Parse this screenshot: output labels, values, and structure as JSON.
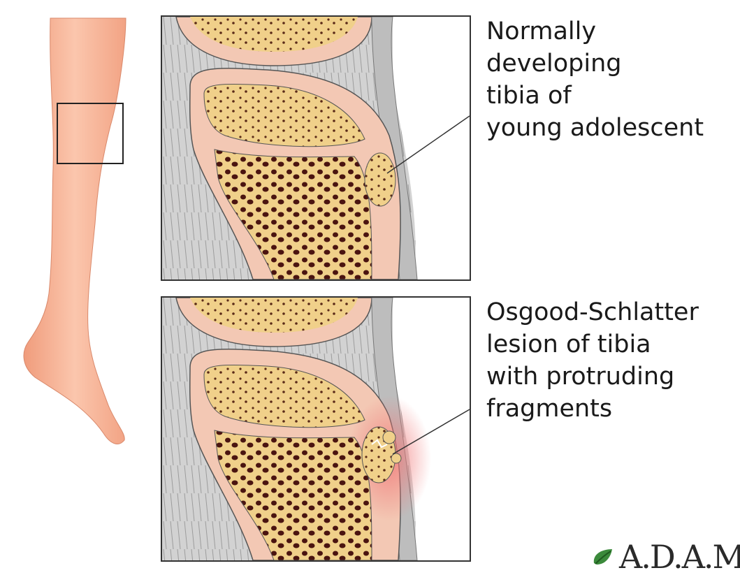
{
  "labels": {
    "top": "Normally\ndeveloping\ntibia of\nyoung adolescent",
    "bottom": "Osgood-Schlatter\nlesion of tibia\nwith protruding\nfragments"
  },
  "logo": {
    "text": "A.D.A.M.",
    "icon": "leaf-icon"
  },
  "colors": {
    "skin": "#f6b497",
    "bone_outer": "#f3c8b4",
    "bone_inner": "#f0d08a",
    "marrow_dark": "#4a1410",
    "tissue_gray": "#c9c9c9",
    "inflammation": "#f07a7a"
  }
}
